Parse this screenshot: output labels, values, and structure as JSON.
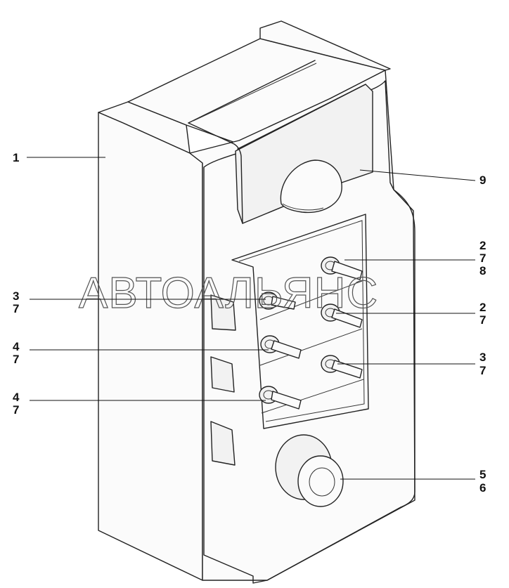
{
  "watermark": "АВТОАЛЬЯНС",
  "callouts": {
    "c1": [
      "1"
    ],
    "c9": [
      "9"
    ],
    "c278": [
      "2",
      "7",
      "8"
    ],
    "c37a": [
      "3",
      "7"
    ],
    "c27": [
      "2",
      "7"
    ],
    "c47a": [
      "4",
      "7"
    ],
    "c37b": [
      "3",
      "7"
    ],
    "c47b": [
      "4",
      "7"
    ],
    "c56": [
      "5",
      "6"
    ]
  }
}
